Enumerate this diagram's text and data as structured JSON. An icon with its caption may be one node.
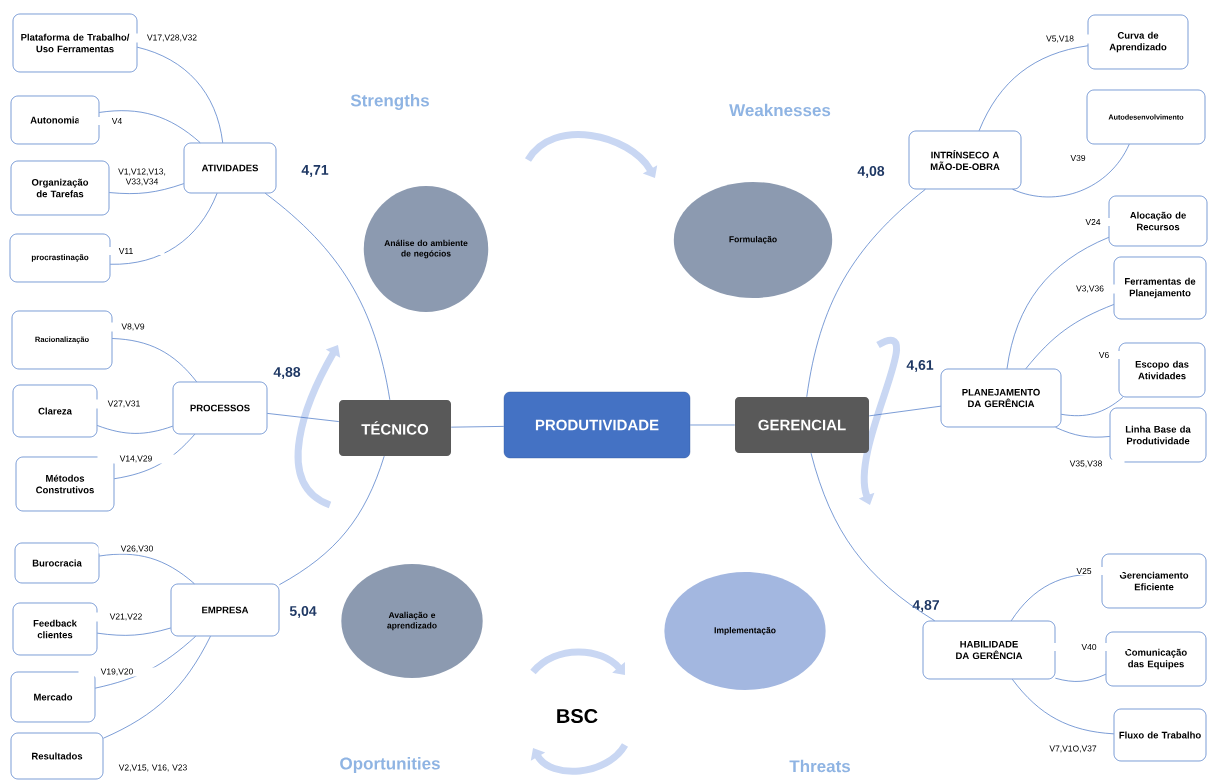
{
  "diagram": {
    "nodes": [
      {
        "text": [
          "PRODUTIVIDADE"
        ]
      },
      {
        "text": [
          "TÉCNICO"
        ]
      },
      {
        "text": [
          "GERENCIAL"
        ]
      },
      {
        "text": [
          "ATIVIDADES"
        ],
        "beside": [
          "4,71"
        ]
      },
      {
        "text": [
          "PROCESSOS"
        ],
        "beside": [
          "4,88"
        ]
      },
      {
        "text": [
          "EMPRESA"
        ],
        "beside": [
          "5,04"
        ]
      },
      {
        "text": [
          "Plataforma de Trabalho/ Uso Ferramentas"
        ]
      },
      {
        "text": [
          "Autonomia"
        ]
      },
      {
        "text": [
          "Organização de Tarefas"
        ]
      },
      {
        "text": [
          "procrastinação"
        ]
      },
      {
        "text": [
          "Racionalização"
        ]
      },
      {
        "text": [
          "Clareza"
        ]
      },
      {
        "text": [
          "Métodos Construtivos"
        ]
      },
      {
        "text": [
          "Burocracia"
        ]
      },
      {
        "text": [
          "Feedback clientes"
        ]
      },
      {
        "text": [
          "Mercado"
        ]
      },
      {
        "text": [
          "Resultados"
        ]
      },
      {
        "text": [
          "INTRÍNSECO A MÃO-DE-OBRA"
        ],
        "beside": [
          "4,08"
        ]
      },
      {
        "text": [
          "PLANEJAMENTO DA GERÊNCIA"
        ],
        "beside": [
          "4,61"
        ]
      },
      {
        "text": [
          "HABILIDADE DA GERÊNCIA"
        ],
        "beside": [
          "4,87"
        ]
      },
      {
        "text": [
          "Curva de Aprendizado"
        ]
      },
      {
        "text": [
          "Autodesenvolvimento"
        ]
      },
      {
        "text": [
          "Alocação de Recursos"
        ]
      },
      {
        "text": [
          "Ferramentas de Planejamento"
        ]
      },
      {
        "text": [
          "Escopo das Atividades"
        ]
      },
      {
        "text": [
          "Linha Base da Produtividade"
        ]
      },
      {
        "text": [
          "Gerenciamento Eficiente"
        ]
      },
      {
        "text": [
          "Comunicação das Equipes"
        ]
      },
      {
        "text": [
          "Fluxo de Trabalho"
        ]
      },
      {
        "text": [
          "Análise do ambiente de negócios"
        ]
      },
      {
        "text": [
          "Formulação"
        ]
      },
      {
        "text": [
          "Avaliação e aprendizado"
        ]
      },
      {
        "text": [
          "Implementação"
        ]
      }
    ],
    "edges": [
      {
        "from": 0,
        "to": 1,
        "arrow": "none"
      },
      {
        "from": 0,
        "to": 2,
        "arrow": "none"
      },
      {
        "from": 1,
        "to": 3,
        "arrow": "none"
      },
      {
        "from": 1,
        "to": 4,
        "arrow": "none"
      },
      {
        "from": 1,
        "to": 5,
        "arrow": "none"
      },
      {
        "from": 3,
        "to": 6,
        "arrow": "none",
        "label": "V17,V28,V32"
      },
      {
        "from": 3,
        "to": 7,
        "arrow": "none",
        "label": "V4"
      },
      {
        "from": 3,
        "to": 8,
        "arrow": "none",
        "label": "V1,V12,V13, V33,V34"
      },
      {
        "from": 3,
        "to": 9,
        "arrow": "none",
        "label": "V11"
      },
      {
        "from": 4,
        "to": 10,
        "arrow": "none",
        "label": "V8,V9"
      },
      {
        "from": 4,
        "to": 11,
        "arrow": "none",
        "label": "V27,V31"
      },
      {
        "from": 4,
        "to": 12,
        "arrow": "none",
        "label": "V14,V29"
      },
      {
        "from": 5,
        "to": 13,
        "arrow": "none",
        "label": "V26,V30"
      },
      {
        "from": 5,
        "to": 14,
        "arrow": "none",
        "label": "V21,V22"
      },
      {
        "from": 5,
        "to": 15,
        "arrow": "none",
        "label": "V19,V20"
      },
      {
        "from": 5,
        "to": 16,
        "arrow": "none",
        "label": "V2,V15, V16, V23"
      },
      {
        "from": 2,
        "to": 17,
        "arrow": "none"
      },
      {
        "from": 2,
        "to": 18,
        "arrow": "none"
      },
      {
        "from": 2,
        "to": 19,
        "arrow": "none"
      },
      {
        "from": 17,
        "to": 20,
        "arrow": "none",
        "label": "V5,V18"
      },
      {
        "from": 17,
        "to": 21,
        "arrow": "none",
        "label": "V39"
      },
      {
        "from": 18,
        "to": 22,
        "arrow": "none",
        "label": "V24"
      },
      {
        "from": 18,
        "to": 23,
        "arrow": "none",
        "label": "V3,V36"
      },
      {
        "from": 18,
        "to": 24,
        "arrow": "none",
        "label": "V6"
      },
      {
        "from": 18,
        "to": 25,
        "arrow": "none",
        "label": "V35,V38"
      },
      {
        "from": 19,
        "to": 26,
        "arrow": "none",
        "label": "V25"
      },
      {
        "from": 19,
        "to": 27,
        "arrow": "none",
        "label": "V40"
      },
      {
        "from": 19,
        "to": 28,
        "arrow": "none",
        "label": "V7,V1O,V37"
      }
    ],
    "labels": [
      "Strengths",
      "Weaknesses",
      "BSC",
      "Oportunities",
      "Threats"
    ]
  }
}
